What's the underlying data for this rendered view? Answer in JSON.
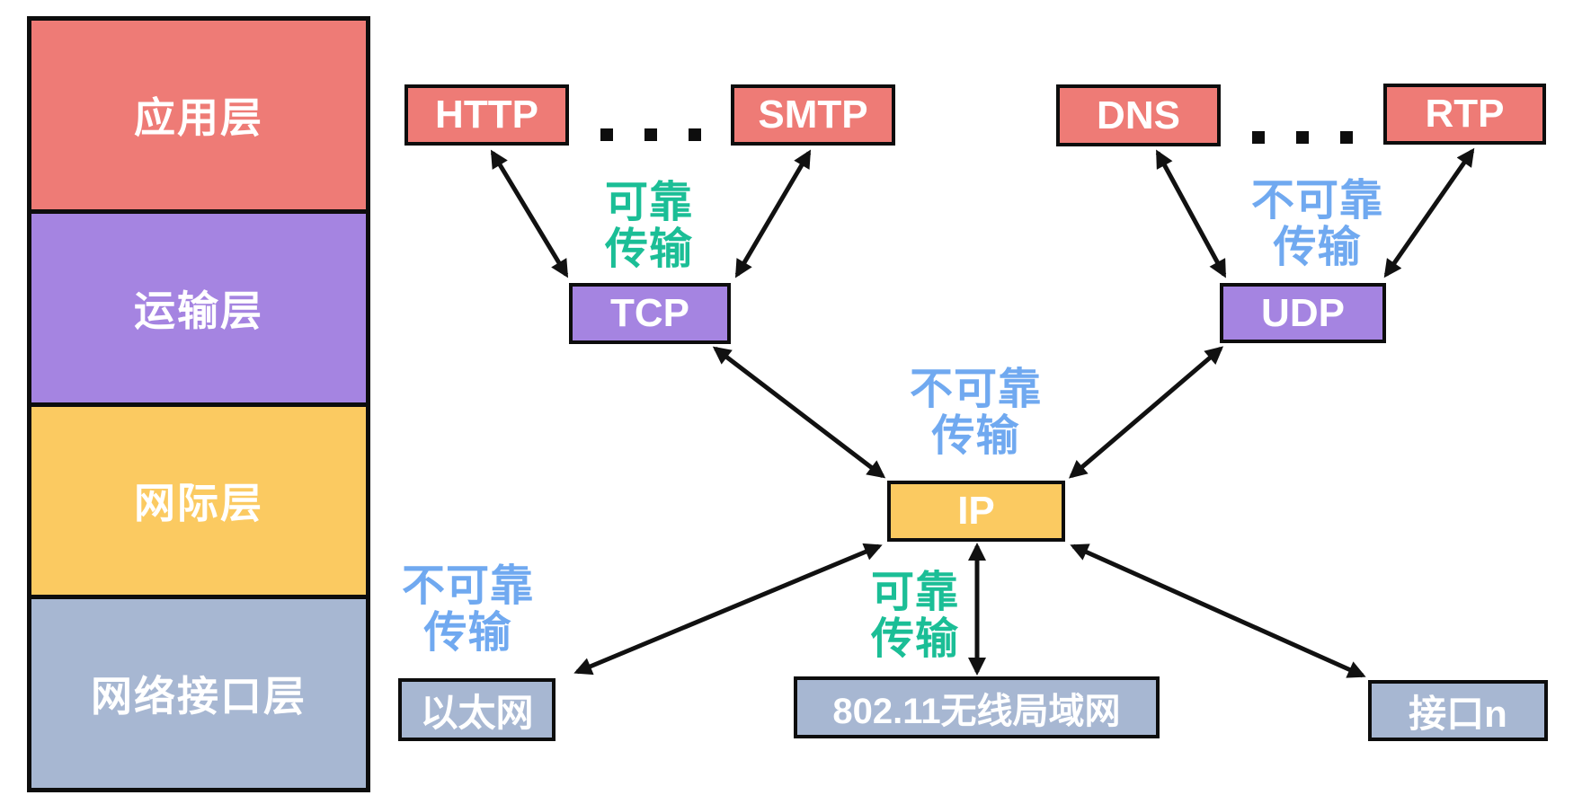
{
  "stack": {
    "layers": [
      {
        "label": "应用层",
        "color": "#EE7B76"
      },
      {
        "label": "运输层",
        "color": "#A584E1"
      },
      {
        "label": "网际层",
        "color": "#FBCA61"
      },
      {
        "label": "网络接口层",
        "color": "#A7B7D2"
      }
    ]
  },
  "protocols": {
    "http": "HTTP",
    "smtp": "SMTP",
    "dns": "DNS",
    "rtp": "RTP",
    "tcp": "TCP",
    "udp": "UDP",
    "ip": "IP",
    "ethernet": "以太网",
    "wlan": "802.11无线局域网",
    "interface_n": "接口n"
  },
  "annotations": [
    {
      "id": "tcp-reliable",
      "kind": "reliable",
      "lines": [
        "可靠",
        "传输"
      ],
      "color": "#1BBE96"
    },
    {
      "id": "udp-unreliable",
      "kind": "unreliable",
      "lines": [
        "不可靠",
        "传输"
      ],
      "color": "#70A9F0"
    },
    {
      "id": "ip-unreliable",
      "kind": "unreliable",
      "lines": [
        "不可靠",
        "传输"
      ],
      "color": "#70A9F0"
    },
    {
      "id": "wlan-reliable",
      "kind": "reliable",
      "lines": [
        "可靠",
        "传输"
      ],
      "color": "#1BBE96"
    },
    {
      "id": "ethernet-unreliable",
      "kind": "unreliable",
      "lines": [
        "不可靠",
        "传输"
      ],
      "color": "#70A9F0"
    }
  ],
  "ellipsis": "...",
  "colors": {
    "application_red": "#EE7B76",
    "transport_purple": "#A584E1",
    "internet_yellow": "#FBCA61",
    "interface_gray": "#A7B7D2",
    "reliable_green": "#1BBE96",
    "unreliable_blue": "#70A9F0",
    "arrow_black": "#111111",
    "label_white": "#FFFFFF"
  }
}
